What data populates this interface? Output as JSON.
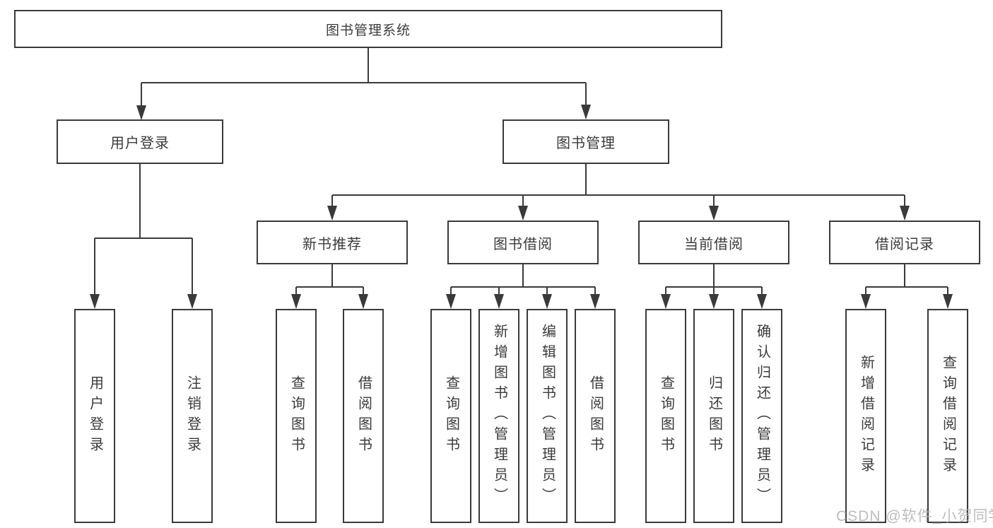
{
  "diagram": {
    "root": {
      "label": "图书管理系统"
    },
    "branches": [
      {
        "label": "用户登录",
        "children": [
          {
            "label": "用户登录"
          },
          {
            "label": "注销登录"
          }
        ]
      },
      {
        "label": "图书管理",
        "sections": [
          {
            "label": "新书推荐",
            "children": [
              {
                "label": "查询图书"
              },
              {
                "label": "借阅图书"
              }
            ]
          },
          {
            "label": "图书借阅",
            "children": [
              {
                "label": "查询图书"
              },
              {
                "label": "新增图书（管理员）"
              },
              {
                "label": "编辑图书（管理员）"
              },
              {
                "label": "借阅图书"
              }
            ]
          },
          {
            "label": "当前借阅",
            "children": [
              {
                "label": "查询图书"
              },
              {
                "label": "归还图书"
              },
              {
                "label": "确认归还（管理员）"
              }
            ]
          },
          {
            "label": "借阅记录",
            "children": [
              {
                "label": "新增借阅记录"
              },
              {
                "label": "查询借阅记录"
              }
            ]
          }
        ]
      }
    ],
    "colors": {
      "line": "#3a3a3a",
      "text": "#3b3b3b",
      "box_background": "#ffffff",
      "watermark": "#b2b2b2"
    },
    "watermark": "CSDN @软件_小贺同学"
  }
}
